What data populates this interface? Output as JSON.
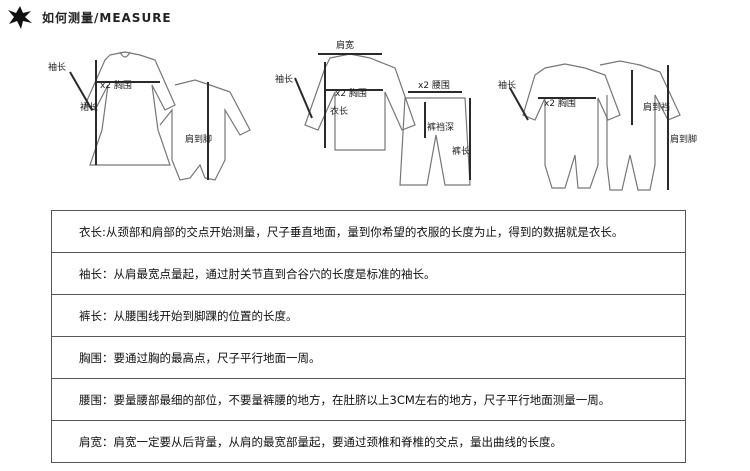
{
  "header": {
    "title": "如何测量/MEASURE",
    "logo_icon": "ink-splash-icon"
  },
  "diagrams": {
    "sleeve": "袖长",
    "chest": "x2  胸围",
    "dress_length": "裙长",
    "shoulder_to_foot": "肩到脚",
    "shoulder_width": "肩宽",
    "waist": "x2  腰围",
    "length": "衣长",
    "rise": "裤裆深",
    "pants_length": "裤长",
    "shoulder_to_crotch": "肩到裆"
  },
  "measurements": [
    {
      "text": "衣长:从颈部和肩部的交点开始测量，尺子垂直地面，量到你希望的衣服的长度为止，得到的数据就是衣长。"
    },
    {
      "text": "袖长：从肩最宽点量起，通过肘关节直到合谷穴的长度是标准的袖长。"
    },
    {
      "text": "裤长：从腰围线开始到脚踝的位置的长度。"
    },
    {
      "text": "胸围：要通过胸的最高点，尺子平行地面一周。"
    },
    {
      "text": "腰围：要量腰部最细的部位，不要量裤腰的地方，在肚脐以上3CM左右的地方，尺子平行地面测量一周。"
    },
    {
      "text": "肩宽：肩宽一定要从后背量，从肩的最宽部量起，要通过颈椎和脊椎的交点，量出曲线的长度。"
    }
  ]
}
